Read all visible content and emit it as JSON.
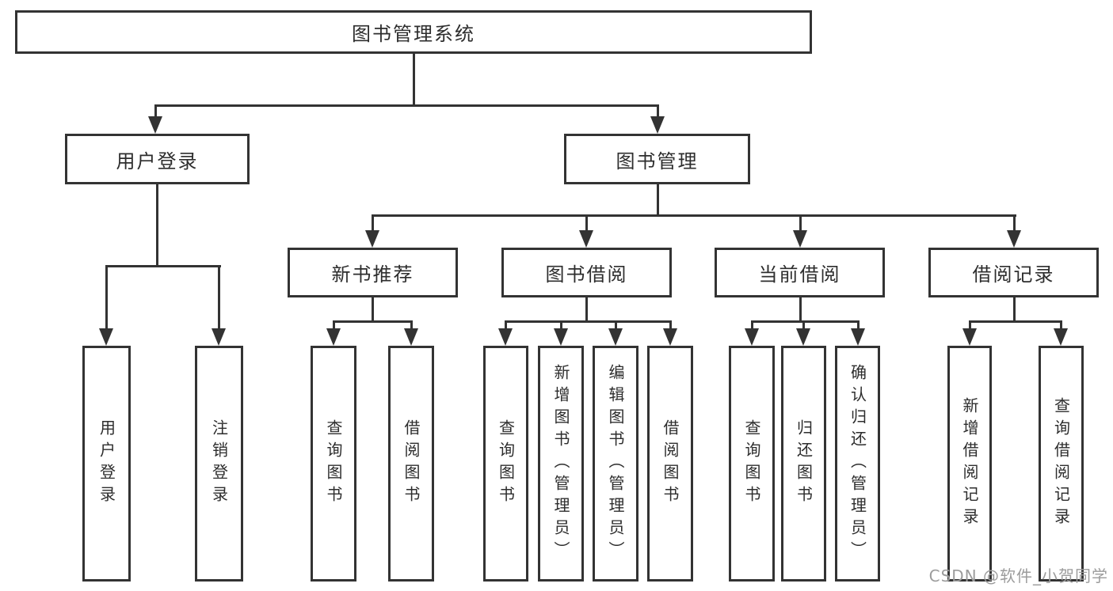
{
  "diagram": {
    "root": {
      "label": "图书管理系统"
    },
    "level2": [
      {
        "label": "用户登录"
      },
      {
        "label": "图书管理"
      }
    ],
    "level3": [
      {
        "label": "新书推荐"
      },
      {
        "label": "图书借阅"
      },
      {
        "label": "当前借阅"
      },
      {
        "label": "借阅记录"
      }
    ],
    "leaves": {
      "user_login": [
        {
          "label": "用户登录"
        },
        {
          "label": "注销登录"
        }
      ],
      "new_book": [
        {
          "label": "查询图书"
        },
        {
          "label": "借阅图书"
        }
      ],
      "book_borrow": [
        {
          "label": "查询图书"
        },
        {
          "label": "新增图书（管理员）"
        },
        {
          "label": "编辑图书（管理员）"
        },
        {
          "label": "借阅图书"
        }
      ],
      "current_borrow": [
        {
          "label": "查询图书"
        },
        {
          "label": "归还图书"
        },
        {
          "label": "确认归还（管理员）"
        }
      ],
      "borrow_records": [
        {
          "label": "新增借阅记录"
        },
        {
          "label": "查询借阅记录"
        }
      ]
    },
    "watermark": "CSDN @软件_小贺同学",
    "colors": {
      "line": "#333333",
      "text": "#2d2d2d",
      "watermark": "#9c9c9c",
      "background": "#ffffff"
    }
  }
}
